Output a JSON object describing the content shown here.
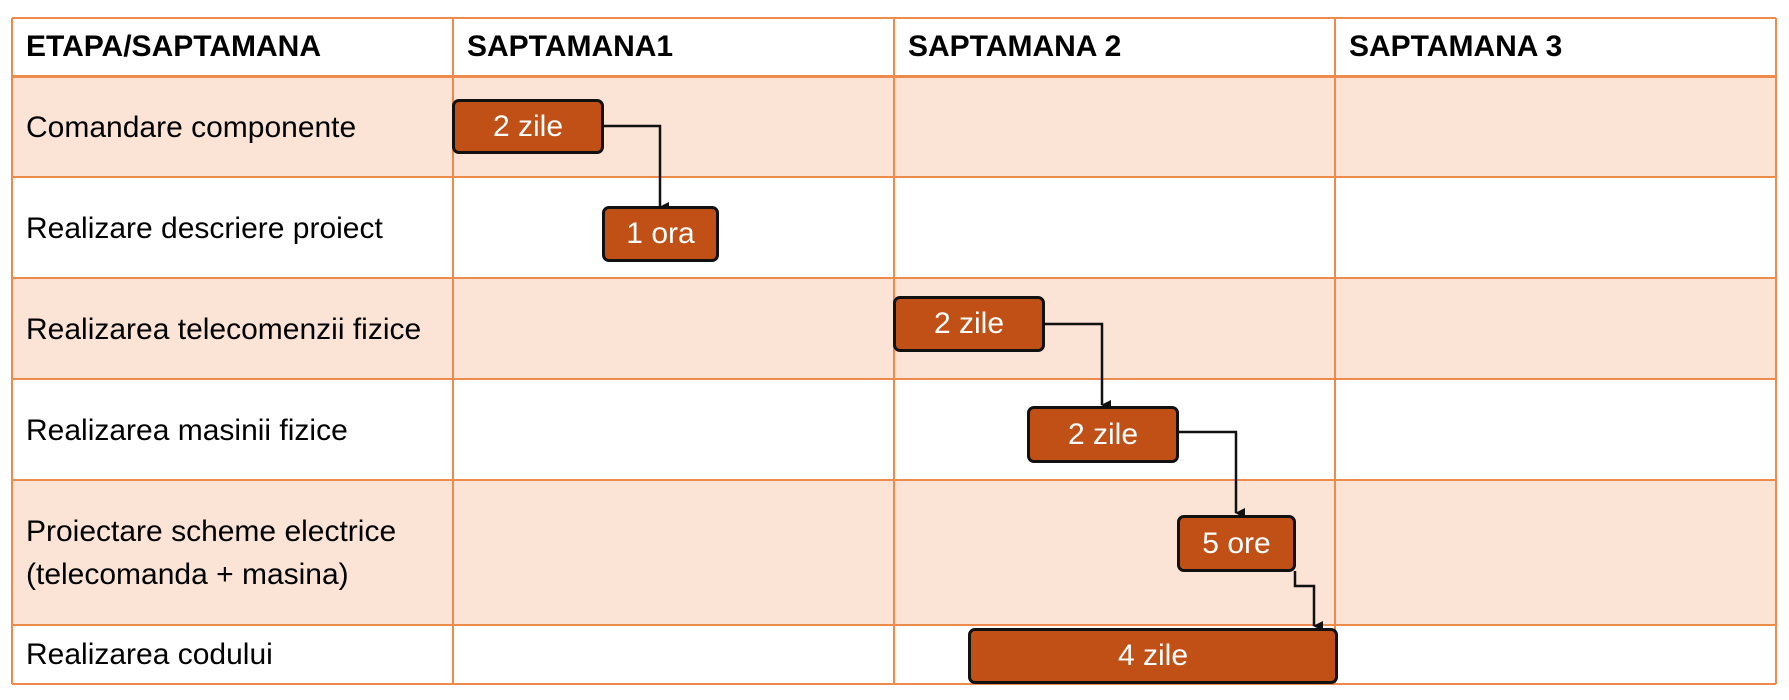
{
  "header": {
    "stage": "ETAPA/SAPTAMANA",
    "weeks": [
      "SAPTAMANA1",
      "SAPTAMANA 2",
      "SAPTAMANA 3"
    ]
  },
  "stages": [
    "Comandare componente",
    "Realizare descriere proiect",
    "Realizarea telecomenzii fizice",
    "Realizarea masinii fizice",
    "Proiectare scheme electrice (telecomanda + masina)",
    "Realizarea codului"
  ],
  "tasks": [
    {
      "label": "2 zile"
    },
    {
      "label": "1 ora"
    },
    {
      "label": "2 zile"
    },
    {
      "label": "2 zile"
    },
    {
      "label": "5 ore"
    },
    {
      "label": "4 zile"
    }
  ],
  "colors": {
    "grid": "#ed8b4d",
    "alt_row": "#fbe3d6",
    "task_fill": "#c05016",
    "task_border": "#111111",
    "task_text": "#ffffff"
  }
}
